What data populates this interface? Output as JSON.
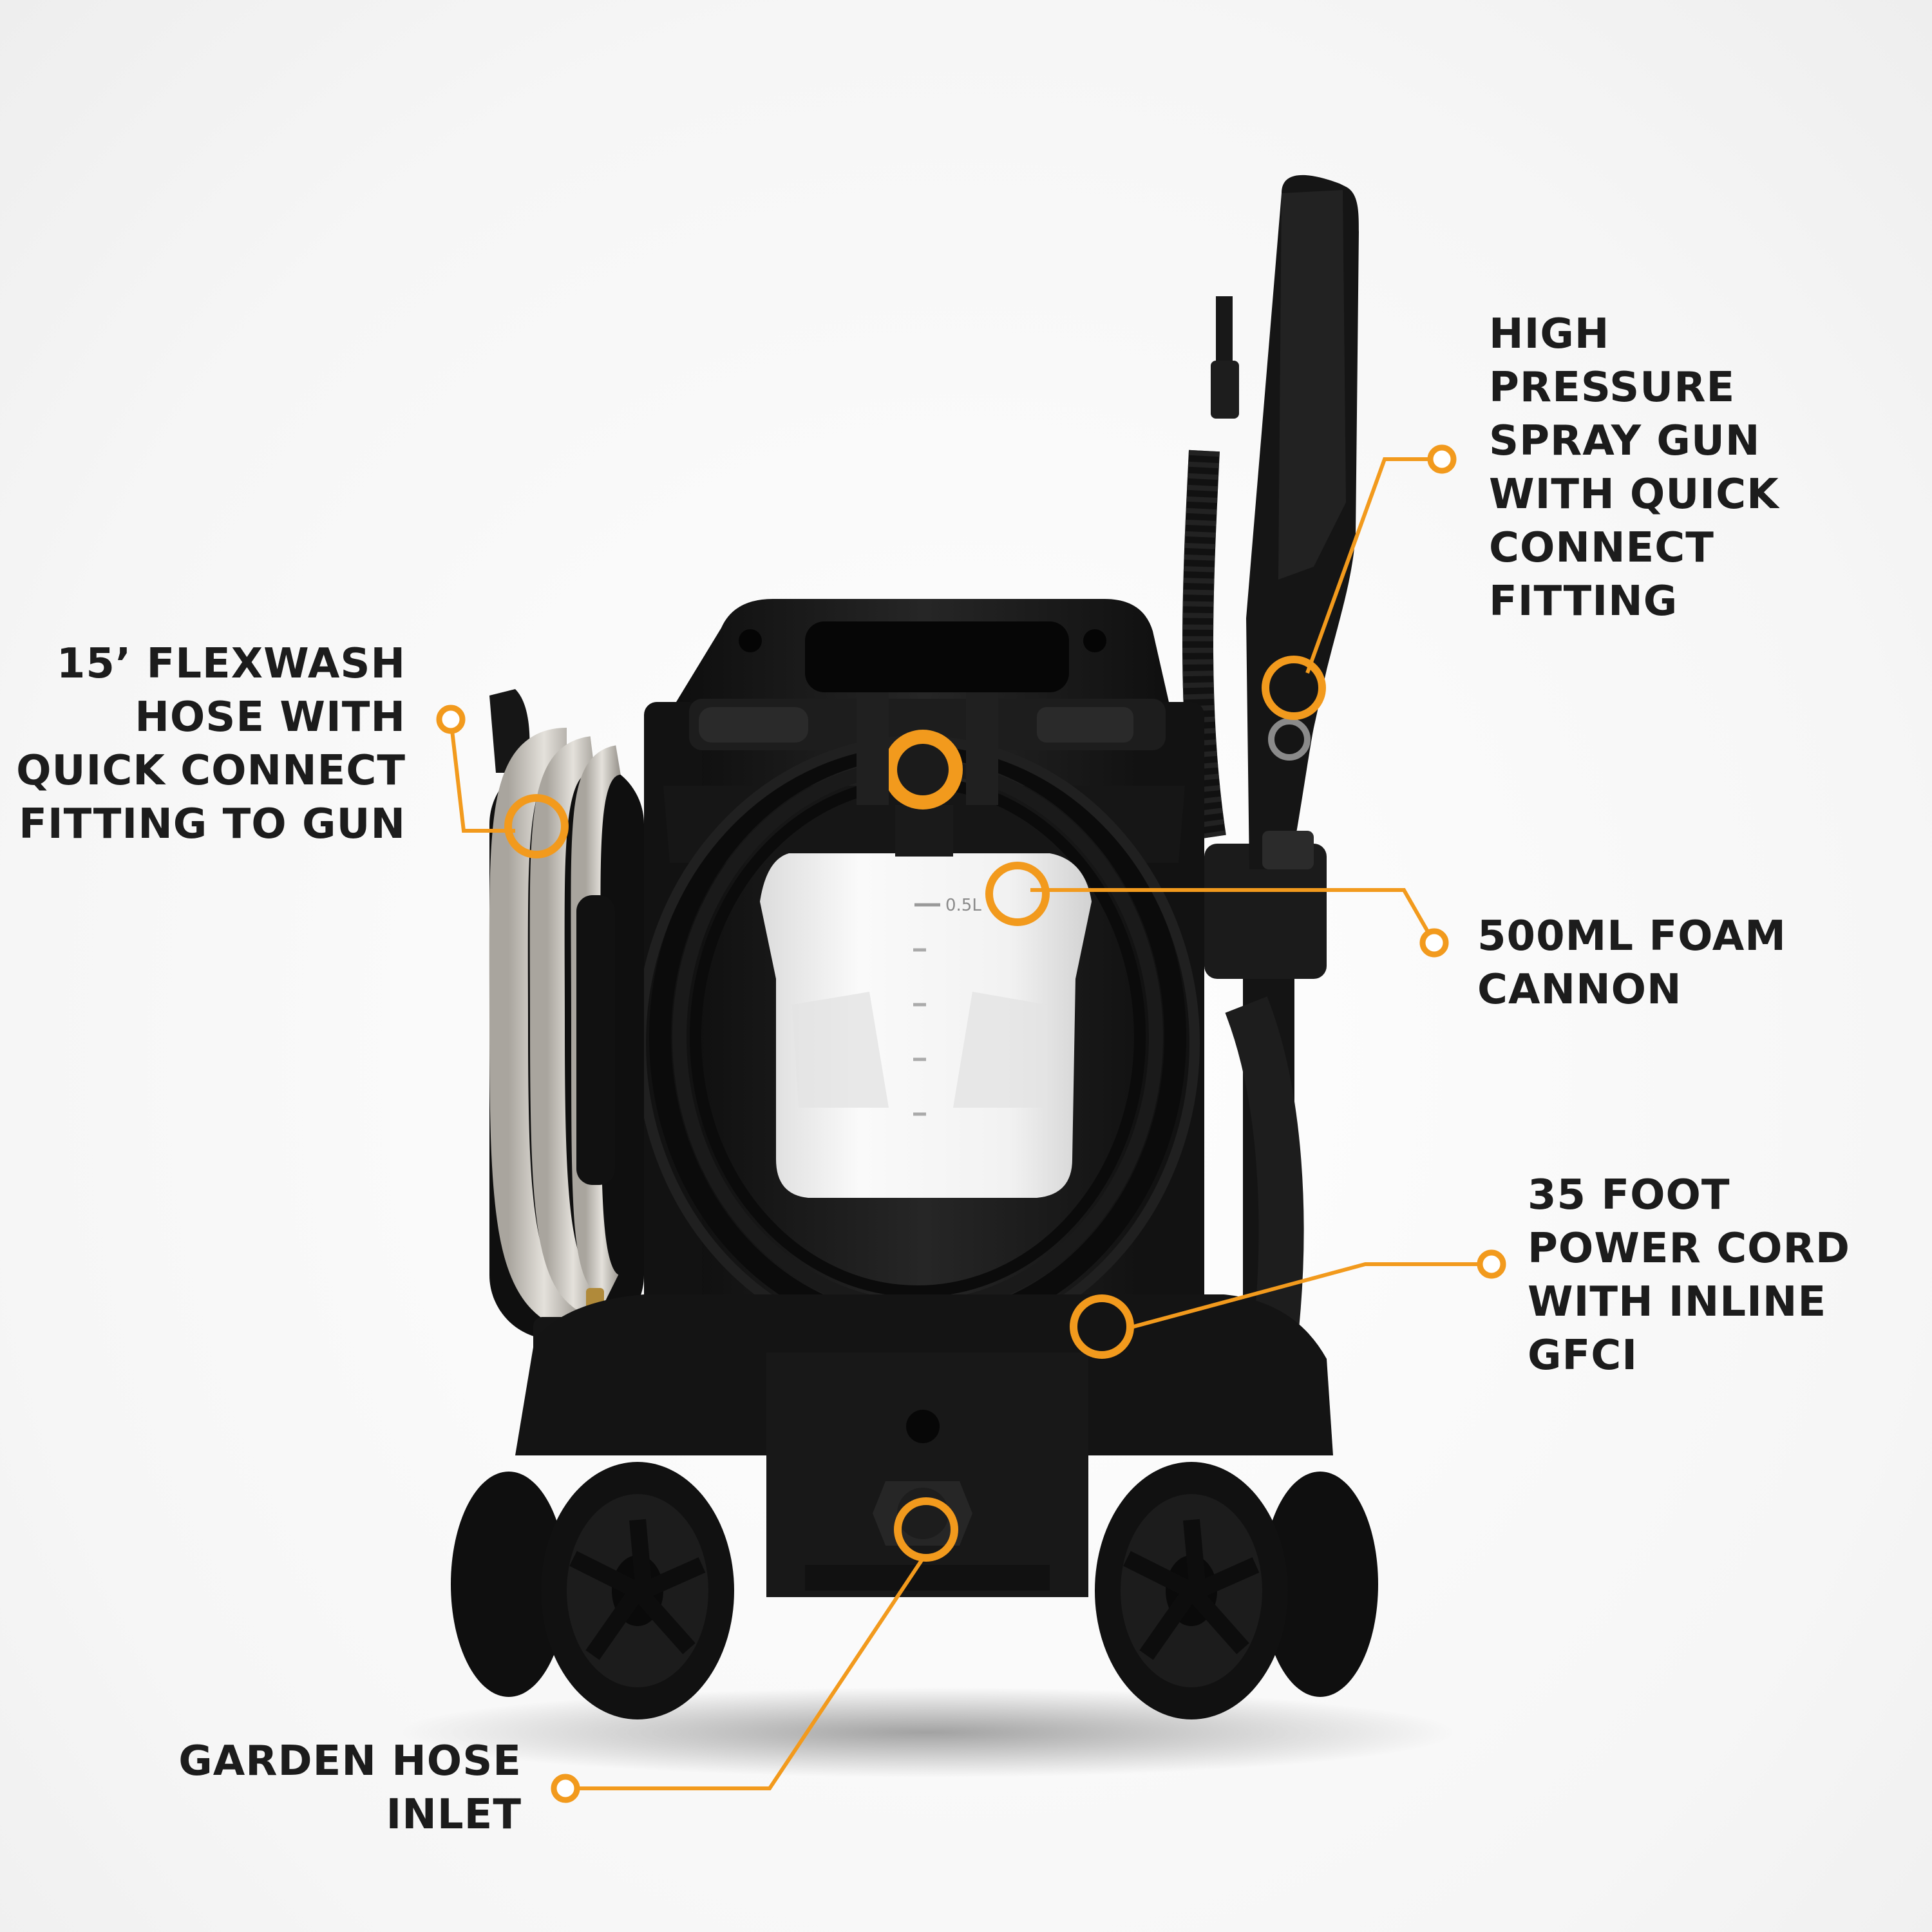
{
  "callouts": {
    "hose": {
      "icon": "callout-dot-icon",
      "lines": [
        "15’ FLEXWASH",
        "HOSE WITH",
        "QUICK CONNECT",
        "FITTING TO GUN"
      ]
    },
    "gun": {
      "icon": "callout-dot-icon",
      "lines": [
        "HIGH",
        "PRESSURE",
        "SPRAY GUN",
        "WITH QUICK",
        "CONNECT",
        "FITTING"
      ]
    },
    "foam": {
      "icon": "callout-dot-icon",
      "lines": [
        "500ML FOAM",
        "CANNON"
      ]
    },
    "cord": {
      "icon": "callout-dot-icon",
      "lines": [
        "35 FOOT",
        "POWER CORD",
        "WITH INLINE",
        "GFCI"
      ]
    },
    "inlet": {
      "icon": "callout-dot-icon",
      "lines": [
        "GARDEN HOSE",
        "INLET"
      ]
    }
  },
  "bottle": {
    "scale_label": "0.5L"
  },
  "colors": {
    "accent": "#f29a1d",
    "body": "#1a1a1a",
    "text": "#1c1c1c",
    "bottle": "#f3f3f3",
    "hose": "#c9c6c0"
  }
}
